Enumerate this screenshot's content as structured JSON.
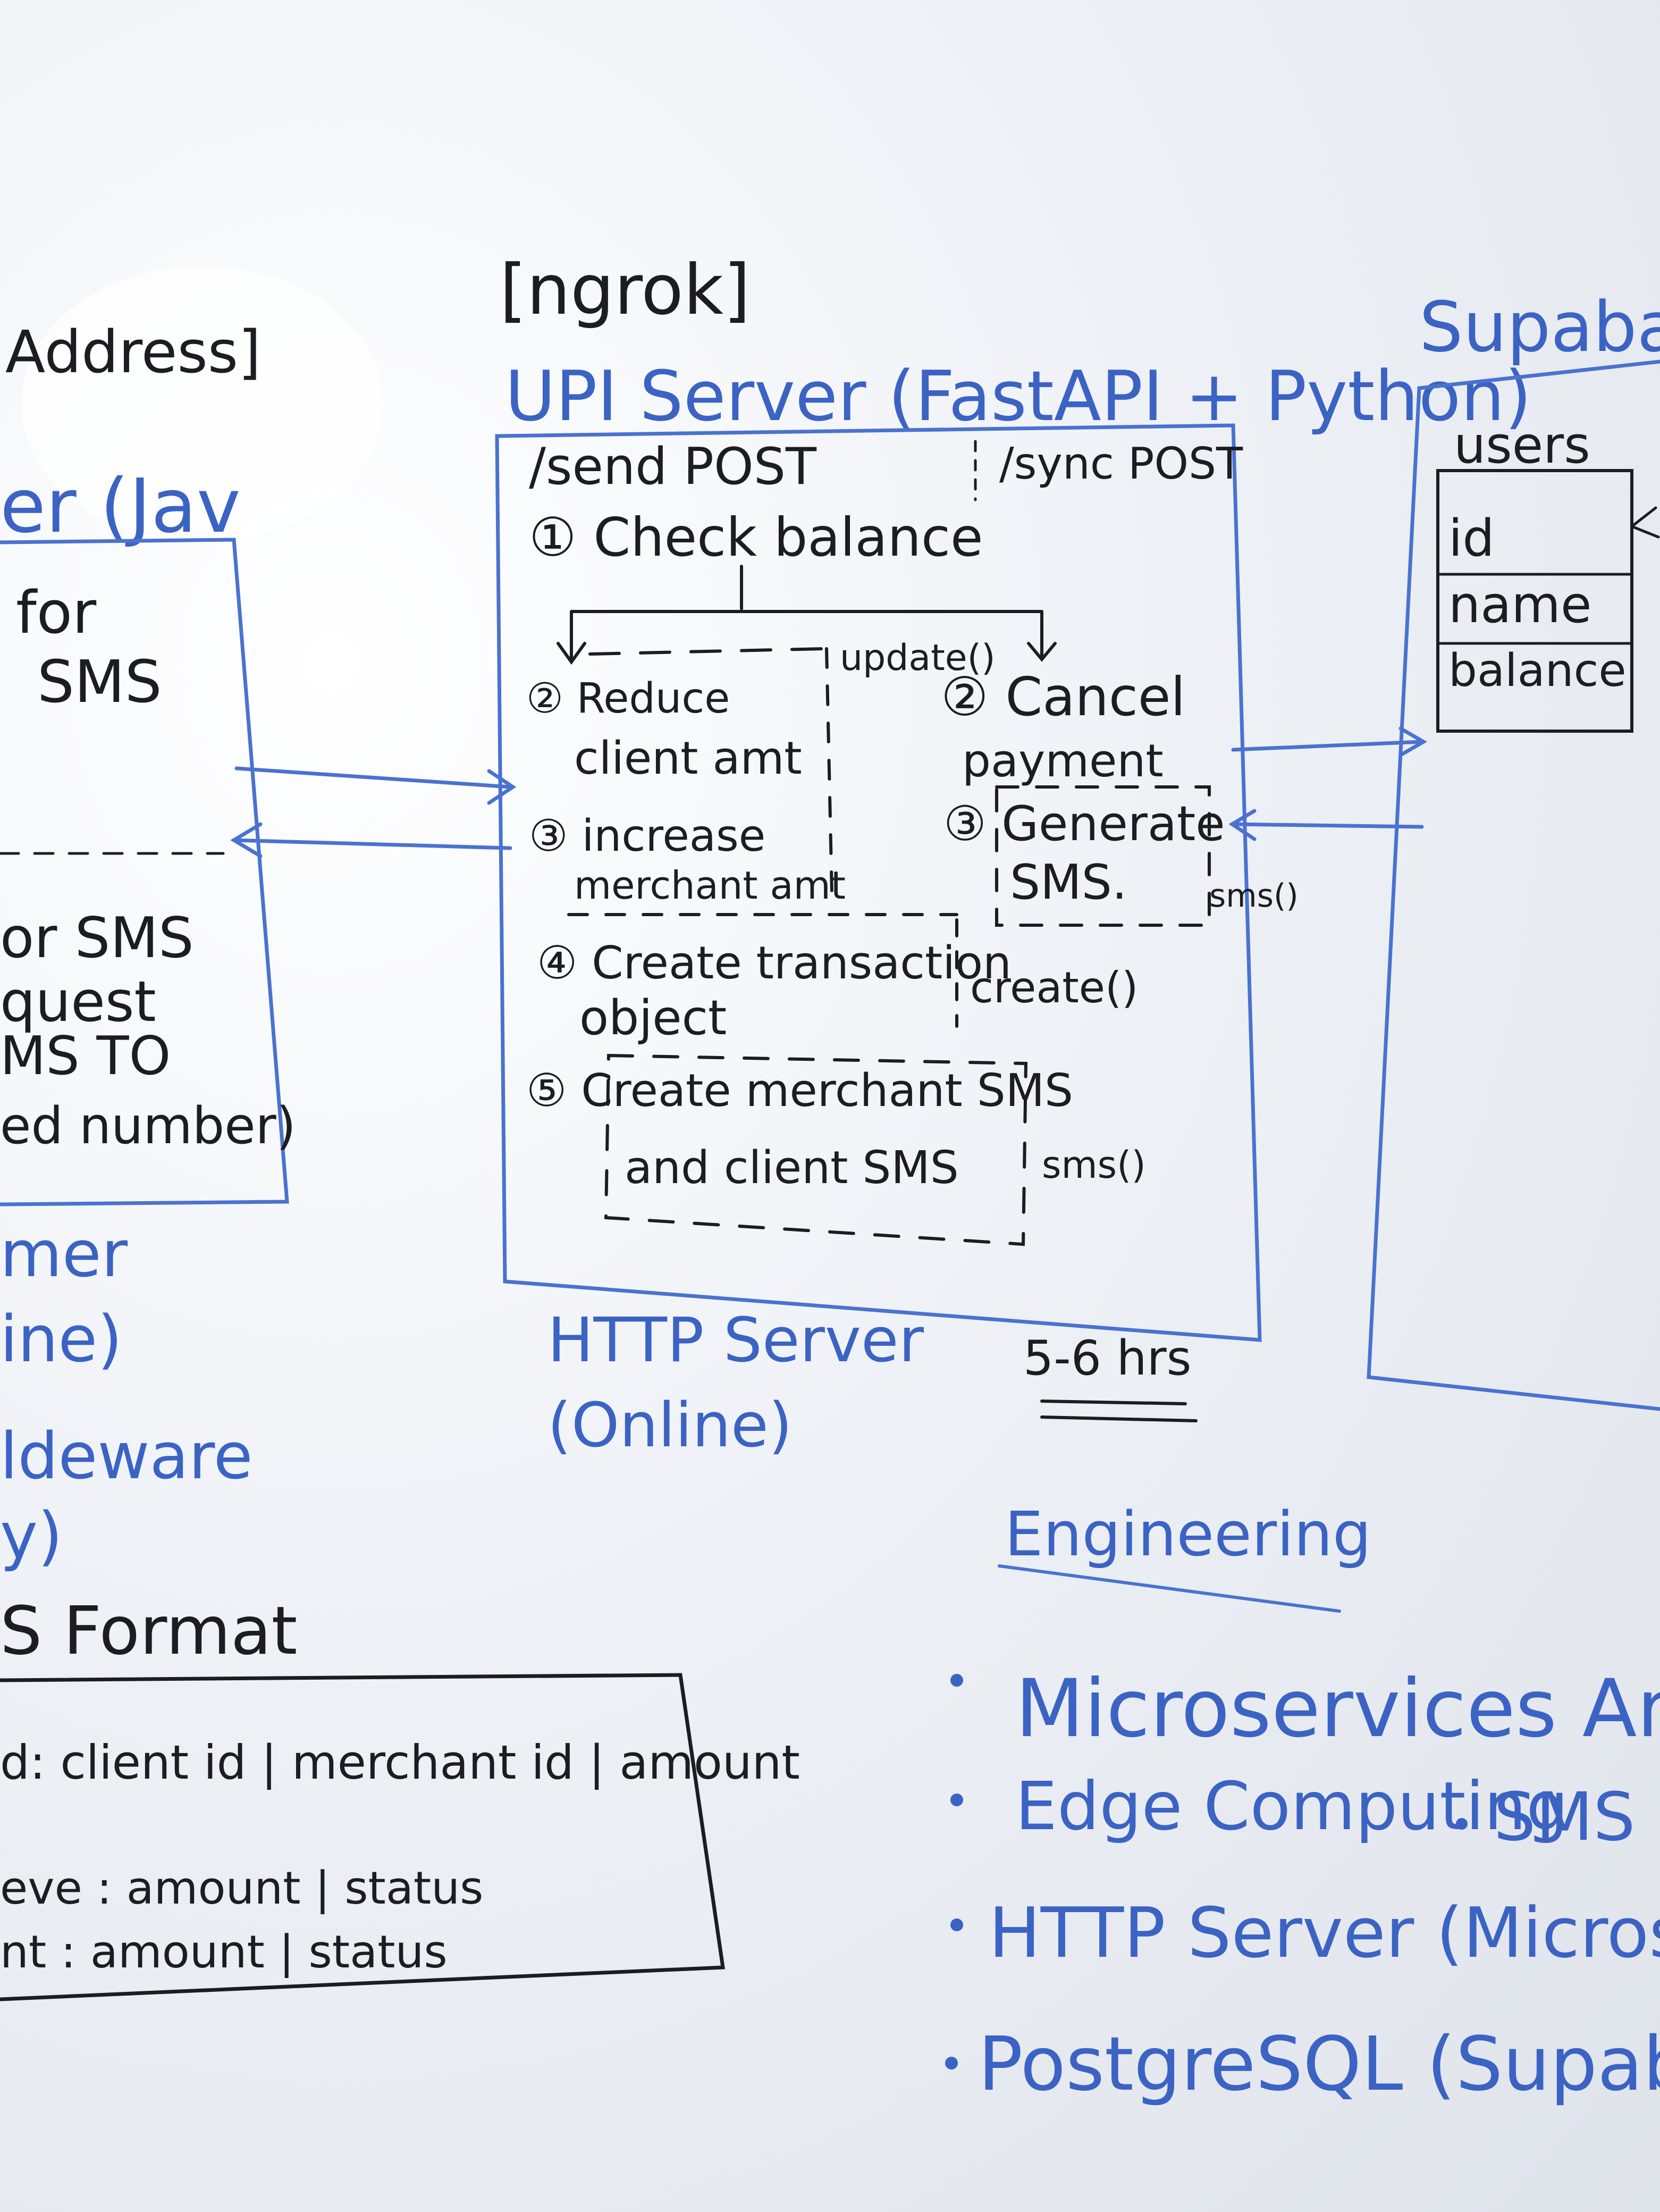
{
  "top": {
    "ngrok": "[ngrok]",
    "address": "Address]",
    "upi_server": "UPI Server (FastAPI + Python)",
    "supabase": "Supabas",
    "left_blue": "er (Jav"
  },
  "upi_box": {
    "send_post": "/send  POST",
    "sync_post": "/sync POST",
    "step1": "① Check balance",
    "reduce": "② Reduce",
    "reduce2": "client amt",
    "update_fn": "update()",
    "cancel": "② Cancel",
    "cancel2": "payment",
    "increase": "③ increase",
    "increase2": "merchant amt",
    "generate": "③ Generate",
    "generate2": "SMS.",
    "sms_fn_right": "sms()",
    "create_txn": "④ Create transaction",
    "create_txn2": "object",
    "create_fn": "create()",
    "create_sms": "⑤ Create merchant SMS",
    "create_sms2": "and client SMS",
    "sms_fn": "sms()"
  },
  "http_server": {
    "line1": "HTTP Server",
    "line2": "(Online)",
    "estimate": "5-6 hrs"
  },
  "users_table": {
    "title": "users",
    "fields": [
      "id",
      "name",
      "balance"
    ]
  },
  "left_panel": {
    "lines": [
      "for",
      "SMS"
    ],
    "lines_lower": [
      "or SMS",
      "quest",
      "MS TO",
      "ed number)"
    ]
  },
  "left_blue_lower": [
    "mer",
    "ine)",
    "ldeware",
    "y)"
  ],
  "sms_format": {
    "title": "S Format",
    "rows": [
      "d:  client id | merchant id | amount",
      "eve :  amount | status",
      "nt :  amount | status"
    ]
  },
  "engineering": {
    "title": "Engineering",
    "bullets": [
      "Microservices Archite",
      "Edge Computing",
      "SMS",
      "HTTP Server (Microservic",
      "PostgreSQL (Supabase"
    ]
  },
  "colors": {
    "ink_black": "#1c1c22",
    "ink_blue": "#3b63c4",
    "board": "#eef1f6"
  }
}
